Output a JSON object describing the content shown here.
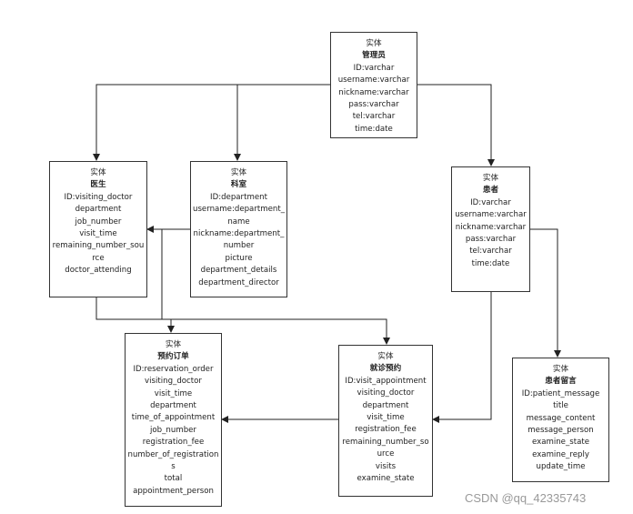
{
  "entities": {
    "admin": {
      "label": "实体",
      "name": "管理员",
      "fields": [
        "ID:varchar",
        "username:varchar",
        "nickname:varchar",
        "pass:varchar",
        "tel:varchar",
        "time:date"
      ]
    },
    "doctor": {
      "label": "实体",
      "name": "医生",
      "fields": [
        "ID:visiting_doctor",
        "department",
        "job_number",
        "visit_time",
        "remaining_number_source",
        "doctor_attending"
      ]
    },
    "department": {
      "label": "实体",
      "name": "科室",
      "fields": [
        "ID:department",
        "username:department_name",
        "nickname:department_number",
        "picture",
        "department_details",
        "department_director"
      ]
    },
    "patient": {
      "label": "实体",
      "name": "患者",
      "fields": [
        "ID:varchar",
        "username:varchar",
        "nickname:varchar",
        "pass:varchar",
        "tel:varchar",
        "time:date"
      ]
    },
    "reservation": {
      "label": "实体",
      "name": "预约订单",
      "fields": [
        "ID:reservation_order",
        "visiting_doctor",
        "visit_time",
        "department",
        "time_of_appointment",
        "job_number",
        "registration_fee",
        "number_of_registrations",
        "total",
        "appointment_person"
      ]
    },
    "visit": {
      "label": "实体",
      "name": "就诊预约",
      "fields": [
        "ID:visit_appointment",
        "visiting_doctor",
        "department",
        "visit_time",
        "registration_fee",
        "remaining_number_source",
        "visits",
        "examine_state"
      ]
    },
    "message": {
      "label": "实体",
      "name": "患者留言",
      "fields": [
        "ID:patient_message",
        "title",
        "message_content",
        "message_person",
        "examine_state",
        "examine_reply",
        "update_time"
      ]
    }
  },
  "watermark": "CSDN @qq_42335743"
}
